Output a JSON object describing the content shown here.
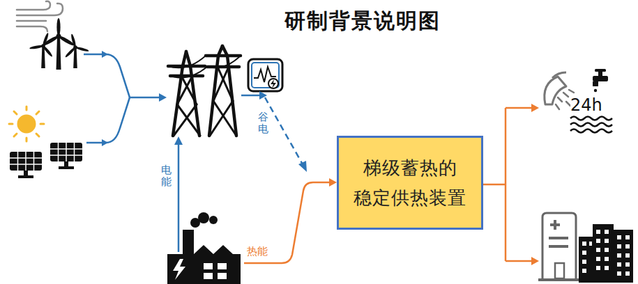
{
  "diagram": {
    "title": "研制背景说明图",
    "nodes": [
      {
        "text": [
          "梯级蓄热的 稳定供热装置"
        ]
      }
    ],
    "labels": [
      "谷电",
      "电能",
      "热能",
      "24h"
    ]
  }
}
